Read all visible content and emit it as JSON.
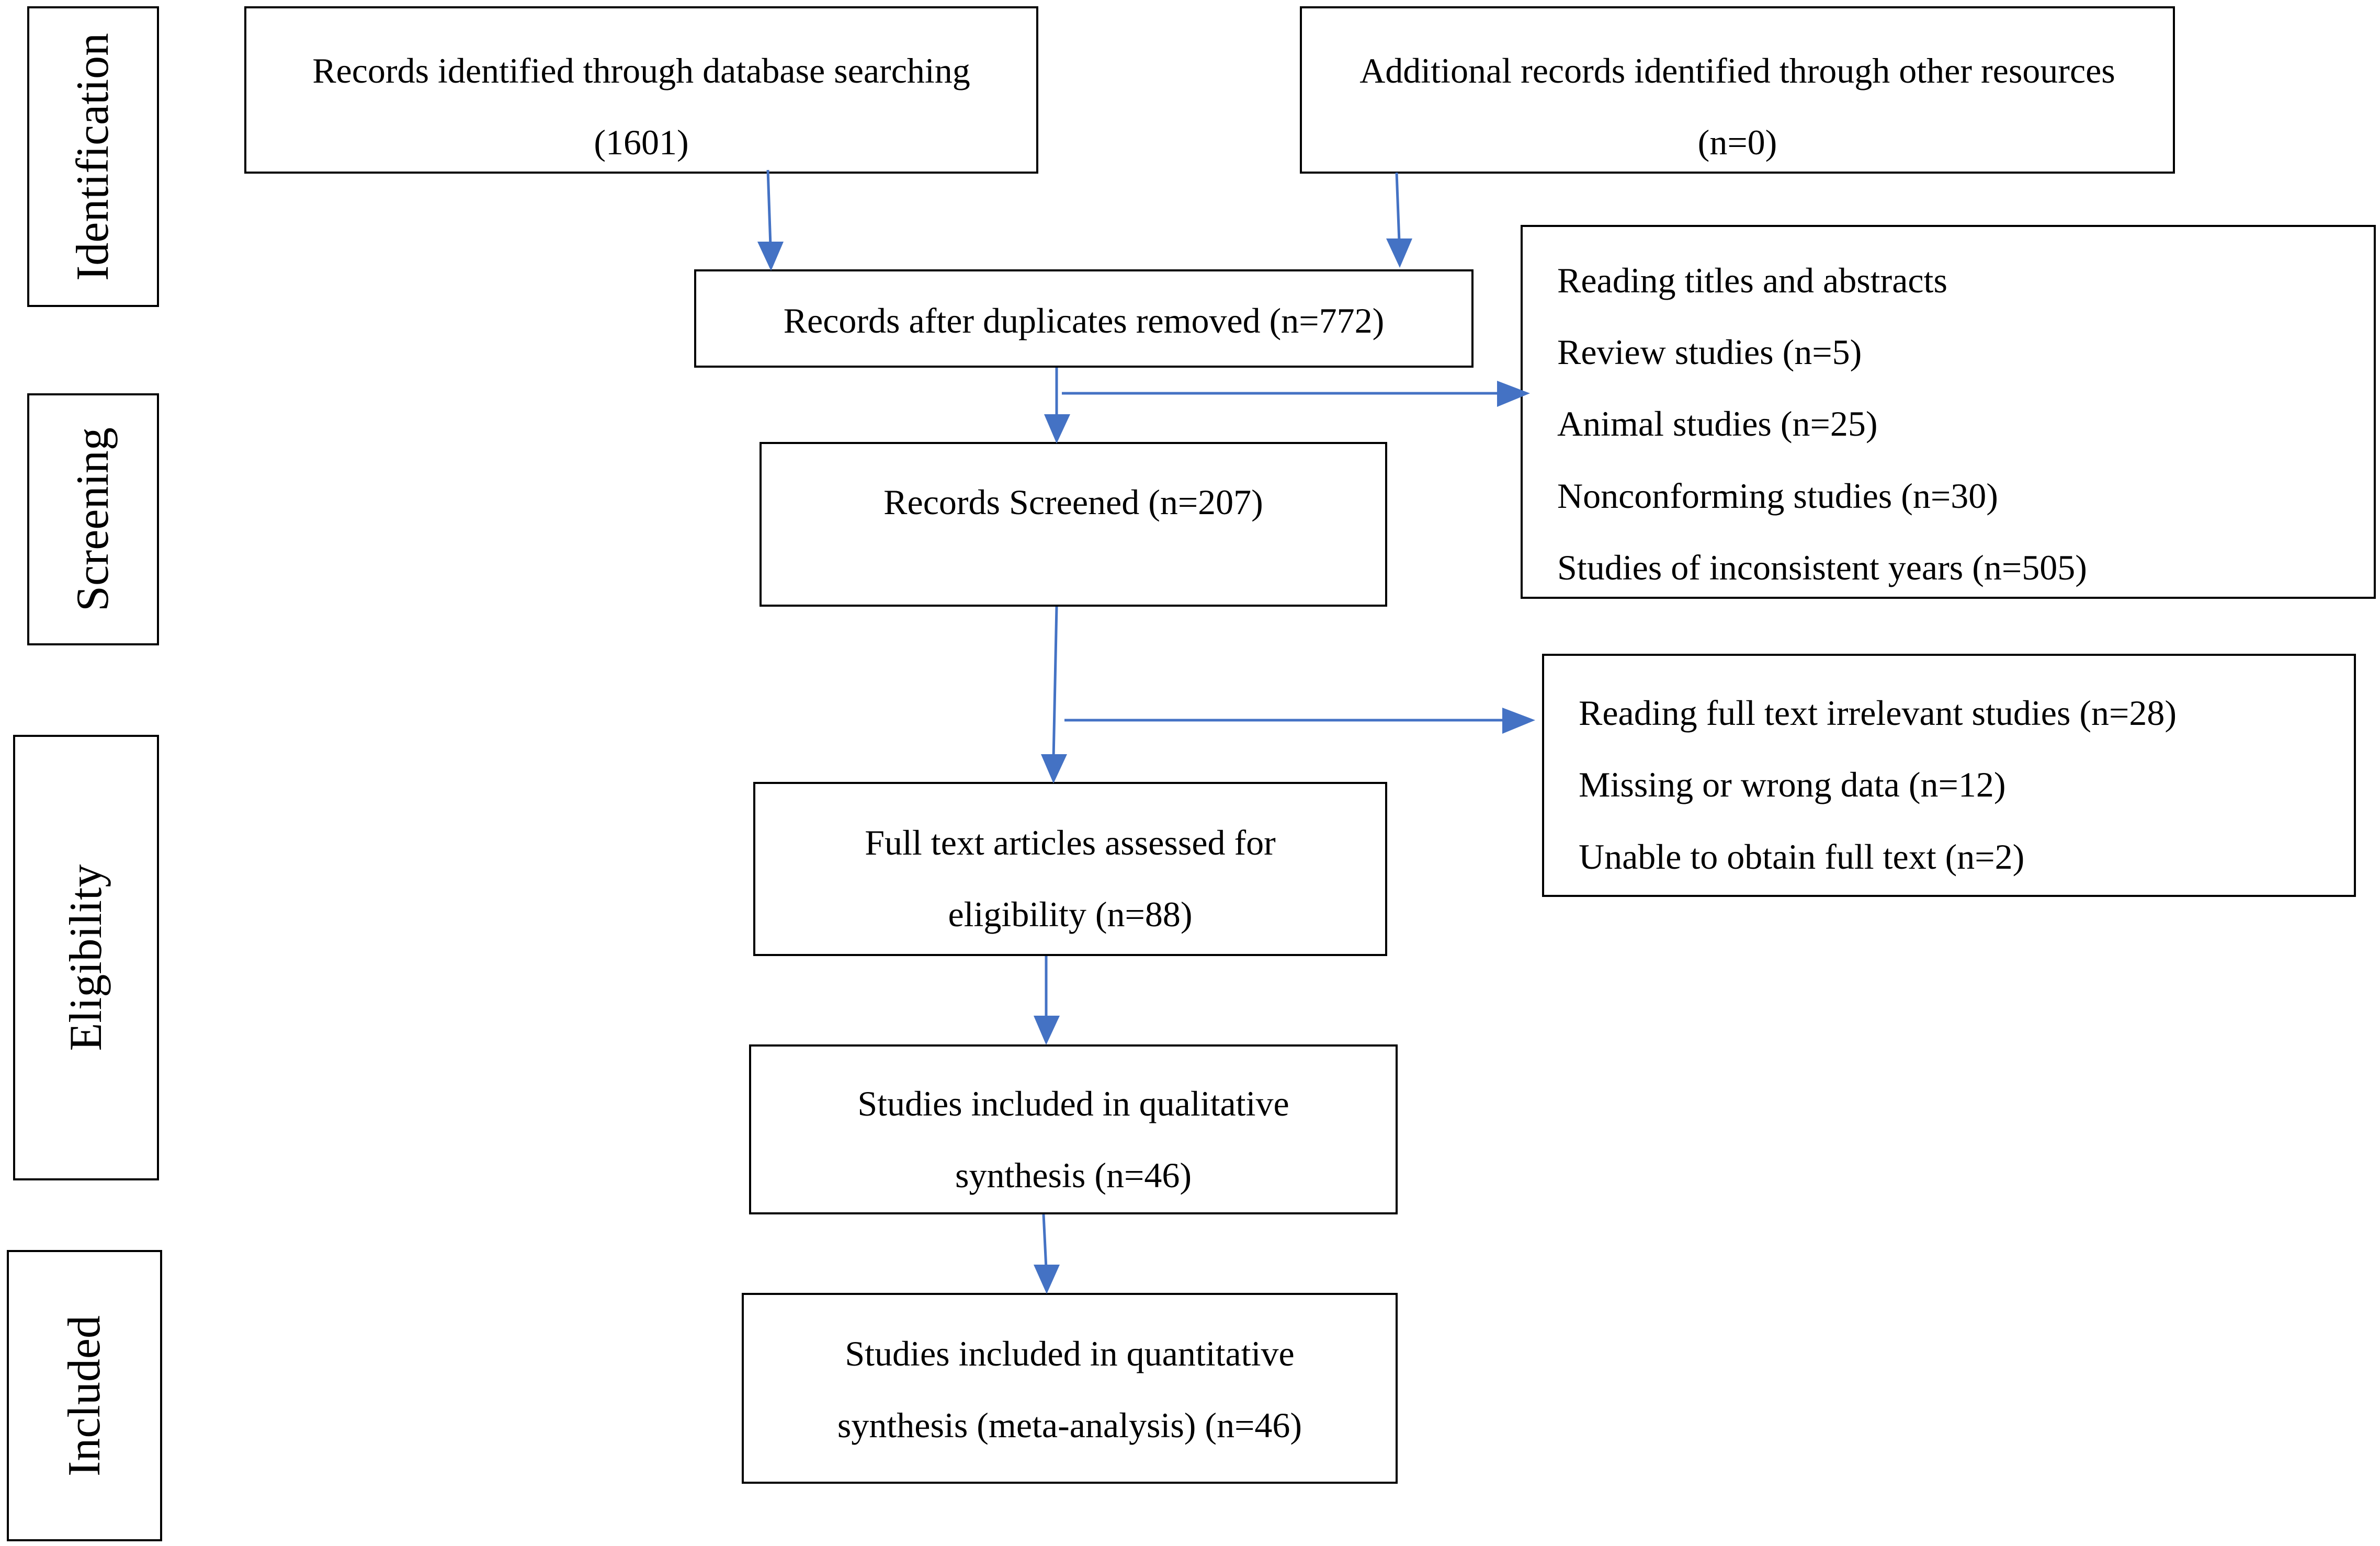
{
  "stages": {
    "identification": "Identification",
    "screening": "Screening",
    "eligibility": "Eligibility",
    "included": "Included"
  },
  "boxes": {
    "database_search": [
      "Records identified through database searching",
      "(1601)"
    ],
    "other_resources": [
      "Additional records identified through other resources",
      "(n=0)"
    ],
    "duplicates_removed": "Records after duplicates removed (n=772)",
    "records_screened": "Records Screened (n=207)",
    "exclusions_title_abstract": [
      "Reading titles and abstracts",
      "Review studies (n=5)",
      "Animal studies (n=25)",
      "Nonconforming studies (n=30)",
      "Studies of inconsistent years (n=505)"
    ],
    "exclusions_full_text": [
      "Reading full text irrelevant studies (n=28)",
      "Missing or wrong data (n=12)",
      "Unable to obtain full text (n=2)"
    ],
    "full_text_assessed": [
      "Full text articles assessed for",
      "eligibility (n=88)"
    ],
    "qualitative_synthesis": [
      "Studies included in qualitative",
      "synthesis (n=46)"
    ],
    "quantitative_synthesis": [
      "Studies included in quantitative",
      "synthesis (meta-analysis) (n=46)"
    ]
  },
  "colors": {
    "arrow": "#4472C4",
    "border": "#000000"
  }
}
